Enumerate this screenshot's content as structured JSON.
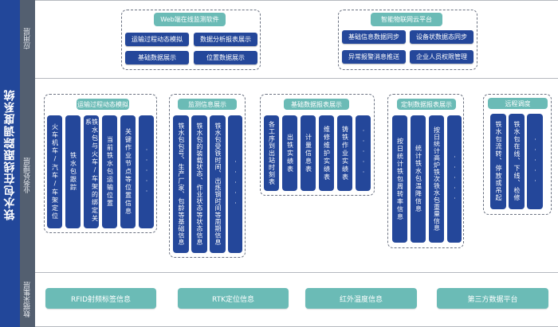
{
  "system_title": "铁水包在线跟踪调度系统",
  "layers": {
    "application": "应用层",
    "business": "业务处理层",
    "data_collection": "数据采集层"
  },
  "application_groups": [
    {
      "title": "Web端在线监测软件",
      "items": [
        "运输过程动态模拟",
        "数据分析报表展示",
        "基础数据展示",
        "位置数据展示"
      ]
    },
    {
      "title": "智能物联网云平台",
      "items": [
        "基础信息数据同步",
        "设备状数据态同步",
        "异常报警消息推送",
        "企业人员权限管理"
      ]
    }
  ],
  "business_groups": [
    {
      "title": "运输过程动态模拟",
      "columns": [
        "火车机车/汽车/车架定位",
        "铁水包跟踪",
        "铁水包与火车/车架的绑定关系",
        "当前铁水包运输位置",
        "关键作业节点等位置信息",
        "·····"
      ]
    },
    {
      "title": "监测信息展示",
      "columns": [
        "铁水包包号、生产厂家、包龄等基础信息",
        "铁水包的装载状态、作业状态等状态信息",
        "铁水包受铁时间、出炼钢时间等周期信息",
        "·····"
      ]
    },
    {
      "title": "基础数据报表展示",
      "columns": [
        "各工序到出站时刻表",
        "出铁实绩表",
        "计量信息表",
        "维修维护实绩表",
        "铸铁作业实绩表",
        "·····"
      ]
    },
    {
      "title": "定制数据报表展示",
      "columns": [
        "按日统计铁包周转率信息",
        "统计铁水包温降信息",
        "按日统计高炉铁次铁水包重量信息",
        "·····"
      ]
    },
    {
      "title": "远程调度",
      "columns": [
        "铁水包流转、停放或吊起",
        "铁水包在线、下线、检修",
        "·····"
      ]
    }
  ],
  "data_sources": [
    "RFID射频标签信息",
    "RTK定位信息",
    "红外温度信息",
    "第三方数据平台"
  ],
  "colors": {
    "primary_blue": "#24479a",
    "teal": "#6bbbb6",
    "layer_gray": "#535f70"
  }
}
